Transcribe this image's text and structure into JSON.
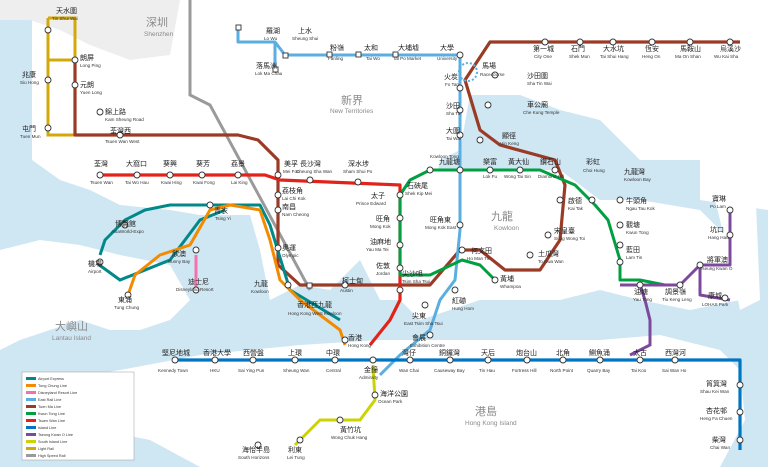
{
  "map": {
    "regions": [
      {
        "id": "shenzhen",
        "zh": "深圳",
        "en": "Shenzhen"
      },
      {
        "id": "new-territories",
        "zh": "新界",
        "en": "New Territories"
      },
      {
        "id": "kowloon",
        "zh": "九龍",
        "en": "Kowloon"
      },
      {
        "id": "lantau",
        "zh": "大嶼山",
        "en": "Lantau Island"
      },
      {
        "id": "hk-island",
        "zh": "港島",
        "en": "Hong Kong Island"
      }
    ],
    "lines": [
      {
        "id": "tuen-ma",
        "color": "#9a3b26"
      },
      {
        "id": "east-rail",
        "color": "#5aaee0"
      },
      {
        "id": "tsuen-wan",
        "color": "#e2231a"
      },
      {
        "id": "kwun-tong",
        "color": "#00a040"
      },
      {
        "id": "island",
        "color": "#0075c2"
      },
      {
        "id": "tseung-kwan-o",
        "color": "#7d499d"
      },
      {
        "id": "tung-chung",
        "color": "#f38b00"
      },
      {
        "id": "airport-express",
        "color": "#00888a"
      },
      {
        "id": "disneyland",
        "color": "#f173ac"
      },
      {
        "id": "south-island",
        "color": "#cbd300"
      },
      {
        "id": "light-rail",
        "color": "#d3a809"
      },
      {
        "id": "tuen-ma-nw",
        "color": "#923011"
      }
    ],
    "stations": [
      {
        "zh": "天水圍",
        "en": "Tin Shui Wai"
      },
      {
        "zh": "兆康",
        "en": "Siu Hong"
      },
      {
        "zh": "屯門",
        "en": "Tuen Mun"
      },
      {
        "zh": "朗屏",
        "en": "Long Ping"
      },
      {
        "zh": "元朗",
        "en": "Yuen Long"
      },
      {
        "zh": "錦上路",
        "en": "Kam Sheung Road"
      },
      {
        "zh": "荃灣西",
        "en": "Tsuen Wan West"
      },
      {
        "zh": "羅湖",
        "en": "Lo Wu"
      },
      {
        "zh": "上水",
        "en": "Sheung Shui"
      },
      {
        "zh": "落馬洲",
        "en": "Lok Ma Chau"
      },
      {
        "zh": "粉嶺",
        "en": "Fanling"
      },
      {
        "zh": "太和",
        "en": "Tai Wo"
      },
      {
        "zh": "大埔墟",
        "en": "Tai Po Market"
      },
      {
        "zh": "大學",
        "en": "University"
      },
      {
        "zh": "火炭",
        "en": "Fo Tan"
      },
      {
        "zh": "馬場",
        "en": "Racecourse"
      },
      {
        "zh": "沙田",
        "en": "Sha Tin"
      },
      {
        "zh": "大圍",
        "en": "Tai Wai"
      },
      {
        "zh": "第一城",
        "en": "City One"
      },
      {
        "zh": "石門",
        "en": "Shek Mun"
      },
      {
        "zh": "大水坑",
        "en": "Tai Shui Hang"
      },
      {
        "zh": "恆安",
        "en": "Heng On"
      },
      {
        "zh": "馬鞍山",
        "en": "Ma On Shan"
      },
      {
        "zh": "烏溪沙",
        "en": "Wu Kai Sha"
      },
      {
        "zh": "沙田圍",
        "en": "Sha Tin Wai"
      },
      {
        "zh": "車公廟",
        "en": "Che Kung Temple"
      },
      {
        "zh": "顯徑",
        "en": "Hin Keng"
      },
      {
        "zh": "荃灣",
        "en": "Tsuen Wan"
      },
      {
        "zh": "大窩口",
        "en": "Tai Wo Hau"
      },
      {
        "zh": "葵興",
        "en": "Kwai Hing"
      },
      {
        "zh": "葵芳",
        "en": "Kwai Fong"
      },
      {
        "zh": "荔景",
        "en": "Lai King"
      },
      {
        "zh": "美孚",
        "en": "Mei Foo"
      },
      {
        "zh": "長沙灣",
        "en": "Cheung Sha Wan"
      },
      {
        "zh": "深水埗",
        "en": "Sham Shui Po"
      },
      {
        "zh": "九龍塘",
        "en": "Kowloon Tong"
      },
      {
        "zh": "樂富",
        "en": "Lok Fu"
      },
      {
        "zh": "黃大仙",
        "en": "Wong Tai Sin"
      },
      {
        "zh": "鑽石山",
        "en": "Diamond Hill"
      },
      {
        "zh": "彩虹",
        "en": "Choi Hung"
      },
      {
        "zh": "九龍灣",
        "en": "Kowloon Bay"
      },
      {
        "zh": "牛頭角",
        "en": "Ngau Tau Kok"
      },
      {
        "zh": "觀塘",
        "en": "Kwun Tong"
      },
      {
        "zh": "藍田",
        "en": "Lam Tin"
      },
      {
        "zh": "油塘",
        "en": "Yau Tong"
      },
      {
        "zh": "調景嶺",
        "en": "Tiu Keng Leng"
      },
      {
        "zh": "將軍澳",
        "en": "Tseung Kwan O"
      },
      {
        "zh": "坑口",
        "en": "Hang Hau"
      },
      {
        "zh": "寶琳",
        "en": "Po Lam"
      },
      {
        "zh": "康城",
        "en": "LOHAS Park"
      },
      {
        "zh": "荔枝角",
        "en": "Lai Chi Kok"
      },
      {
        "zh": "南昌",
        "en": "Nam Cheong"
      },
      {
        "zh": "奧運",
        "en": "Olympic"
      },
      {
        "zh": "九龍",
        "en": "Kowloon"
      },
      {
        "zh": "香港西九龍",
        "en": "Hong Kong West Kowloon"
      },
      {
        "zh": "柯士甸",
        "en": "Austin"
      },
      {
        "zh": "太子",
        "en": "Prince Edward"
      },
      {
        "zh": "石硤尾",
        "en": "Shek Kip Mei"
      },
      {
        "zh": "旺角",
        "en": "Mong Kok"
      },
      {
        "zh": "油麻地",
        "en": "Yau Ma Tei"
      },
      {
        "zh": "佐敦",
        "en": "Jordan"
      },
      {
        "zh": "尖沙咀",
        "en": "Tsim Sha Tsui"
      },
      {
        "zh": "旺角東",
        "en": "Mong Kok East"
      },
      {
        "zh": "何文田",
        "en": "Ho Man Tin"
      },
      {
        "zh": "黃埔",
        "en": "Whampoa"
      },
      {
        "zh": "紅磡",
        "en": "Hung Hom"
      },
      {
        "zh": "尖東",
        "en": "East Tsim Sha Tsui"
      },
      {
        "zh": "啟德",
        "en": "Kai Tak"
      },
      {
        "zh": "宋皇臺",
        "en": "Sung Wong Toi"
      },
      {
        "zh": "土瓜灣",
        "en": "To Kwa Wan"
      },
      {
        "zh": "青衣",
        "en": "Tsing Yi"
      },
      {
        "zh": "博覽館",
        "en": "AsiaWorld-Expo"
      },
      {
        "zh": "機場",
        "en": "Airport"
      },
      {
        "zh": "欣澳",
        "en": "Sunny Bay"
      },
      {
        "zh": "迪士尼",
        "en": "Disneyland Resort"
      },
      {
        "zh": "東涌",
        "en": "Tung Chung"
      },
      {
        "zh": "香港",
        "en": "Hong Kong"
      },
      {
        "zh": "會展",
        "en": "Exhibition Centre"
      },
      {
        "zh": "堅尼地城",
        "en": "Kennedy Town"
      },
      {
        "zh": "香港大學",
        "en": "HKU"
      },
      {
        "zh": "西營盤",
        "en": "Sai Ying Pun"
      },
      {
        "zh": "上環",
        "en": "Sheung Wan"
      },
      {
        "zh": "中環",
        "en": "Central"
      },
      {
        "zh": "金鐘",
        "en": "Admiralty"
      },
      {
        "zh": "灣仔",
        "en": "Wan Chai"
      },
      {
        "zh": "銅鑼灣",
        "en": "Causeway Bay"
      },
      {
        "zh": "天后",
        "en": "Tin Hau"
      },
      {
        "zh": "炮台山",
        "en": "Fortress Hill"
      },
      {
        "zh": "北角",
        "en": "North Point"
      },
      {
        "zh": "鰂魚涌",
        "en": "Quarry Bay"
      },
      {
        "zh": "太古",
        "en": "Tai Koo"
      },
      {
        "zh": "西灣河",
        "en": "Sai Wan Ho"
      },
      {
        "zh": "筲箕灣",
        "en": "Shau Kei Wan"
      },
      {
        "zh": "杏花邨",
        "en": "Heng Fa Chuen"
      },
      {
        "zh": "柴灣",
        "en": "Chai Wan"
      },
      {
        "zh": "海洋公園",
        "en": "Ocean Park"
      },
      {
        "zh": "黃竹坑",
        "en": "Wong Chuk Hang"
      },
      {
        "zh": "利東",
        "en": "Lei Tung"
      },
      {
        "zh": "海怡半島",
        "en": "South Horizons"
      }
    ],
    "legend": [
      "Airport Express",
      "Tung Chung Line",
      "Disneyland Resort Line",
      "East Rail Line",
      "Tuen Ma Line",
      "Kwun Tong Line",
      "Tsuen Wan Line",
      "Island Line",
      "Tseung Kwan O Line",
      "South Island Line",
      "Light Rail",
      "High Speed Rail"
    ]
  }
}
